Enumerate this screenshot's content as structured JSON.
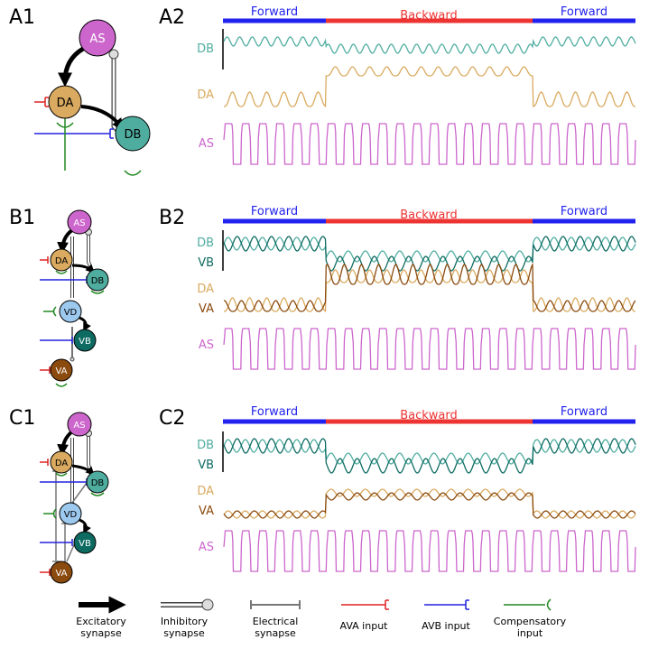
{
  "panels": {
    "A1": "A1",
    "A2": "A2",
    "B1": "B1",
    "B2": "B2",
    "C1": "C1",
    "C2": "C2"
  },
  "modes": {
    "forward": "Forward",
    "backward": "Backward"
  },
  "neurons": {
    "AS": "AS",
    "DA": "DA",
    "DB": "DB",
    "VD": "VD",
    "VB": "VB",
    "VA": "VA"
  },
  "trace_labels": {
    "A": [
      "DB",
      "DA",
      "AS"
    ],
    "B": [
      "DB",
      "VB",
      "DA",
      "VA",
      "AS"
    ],
    "C": [
      "DB",
      "VB",
      "DA",
      "VA",
      "AS"
    ]
  },
  "legend": {
    "excitatory": "Excitatory synapse",
    "inhibitory": "Inhibitory synapse",
    "electrical": "Electrical synapse",
    "ava": "AVA input",
    "avb": "AVB input",
    "compensatory": "Compensatory input"
  },
  "colors": {
    "AS": "#cc66cc",
    "DA": "#d9aa5f",
    "DB": "#4fada0",
    "VD": "#9ec9ef",
    "VB": "#0d6b62",
    "VA": "#8b4a0e",
    "forward": "#2222ee",
    "backward": "#ee3333",
    "ava": "#dd2222",
    "avb": "#2222dd",
    "compensatory": "#228822"
  }
}
